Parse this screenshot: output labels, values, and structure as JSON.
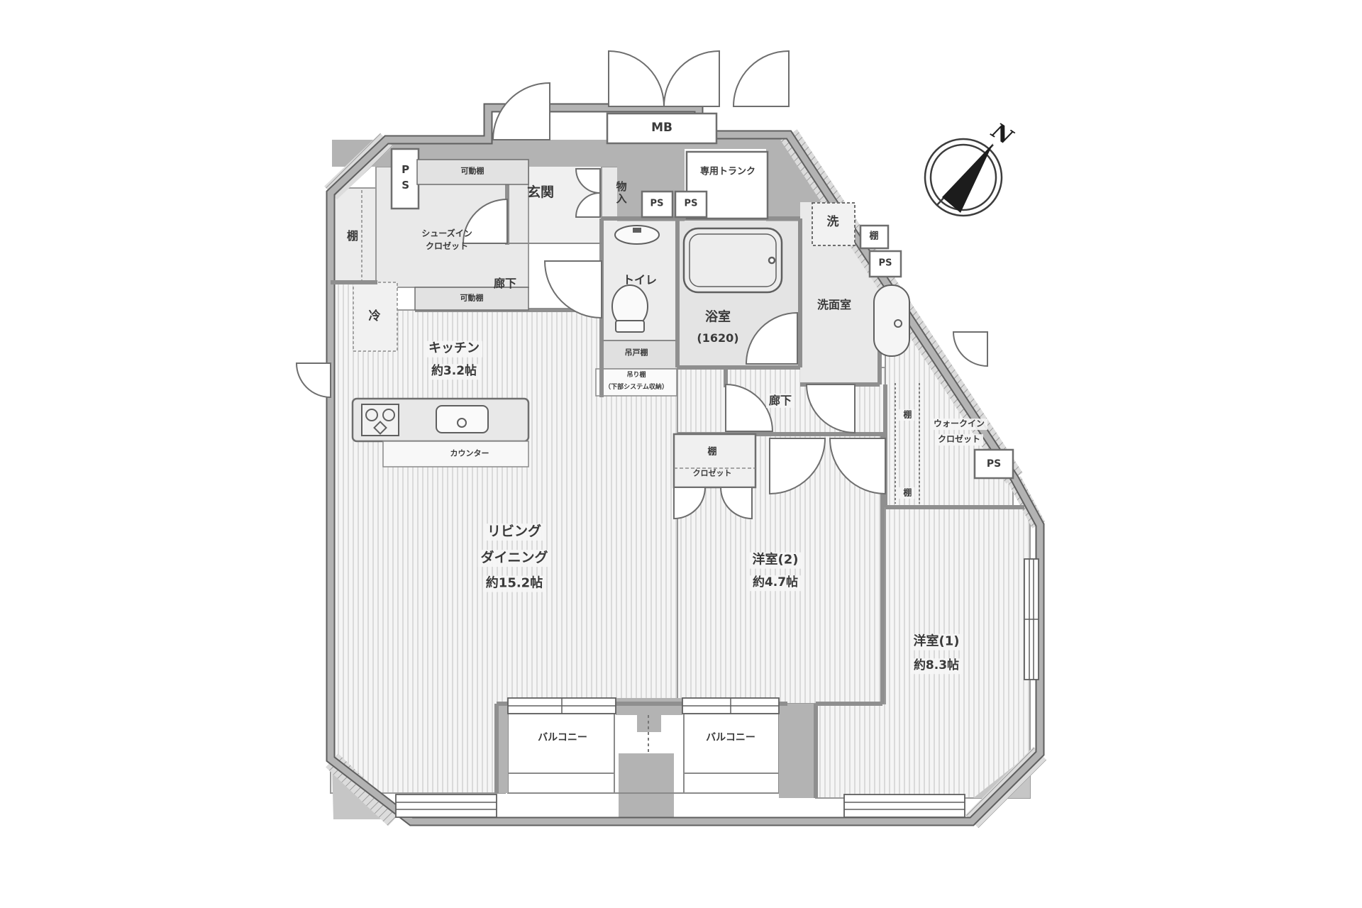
{
  "plan": {
    "rooms": {
      "entrance": {
        "name": "玄関"
      },
      "hallway_front": {
        "name": "廊下"
      },
      "hallway_rear": {
        "name": "廊下"
      },
      "kitchen": {
        "name": "キッチン",
        "area": "約3.2帖"
      },
      "living": {
        "name_line1": "リビング",
        "name_line2": "ダイニング",
        "area": "約15.2帖"
      },
      "bedroom2": {
        "name": "洋室(2)",
        "area": "約4.7帖"
      },
      "bedroom1": {
        "name": "洋室(1)",
        "area": "約8.3帖"
      },
      "bath": {
        "name": "浴室",
        "size": "(1620)"
      },
      "washroom": {
        "name": "洗面室"
      },
      "toilet": {
        "name": "トイレ"
      },
      "shoes_in_closet": {
        "name_line1": "シューズイン",
        "name_line2": "クロゼット"
      },
      "walk_in_closet": {
        "name_line1": "ウォークイン",
        "name_line2": "クロゼット"
      },
      "closet": {
        "name": "クロゼット"
      },
      "private_trunk": {
        "name": "専用トランク"
      },
      "balcony_left": {
        "name": "バルコニー"
      },
      "balcony_right": {
        "name": "バルコニー"
      }
    },
    "features": {
      "mb": "MB",
      "ps": "PS",
      "shelf": "棚",
      "movable_shelf": "可動棚",
      "fridge": "冷",
      "washer": "洗",
      "hanging_cupboard": "吊戸棚",
      "hanging_shelf_note_line1": "吊り棚",
      "hanging_shelf_note_line2": "（下部システム収納）",
      "counter": "カウンター"
    },
    "compass": {
      "north": "N"
    },
    "colors": {
      "wall_gray": "#b3b3b3",
      "outline": "#5f5f5f",
      "floor_stripe": "#c9c9c9",
      "floor_bg": "#f5f5f5",
      "wet_area": "#e7e7e7"
    }
  }
}
